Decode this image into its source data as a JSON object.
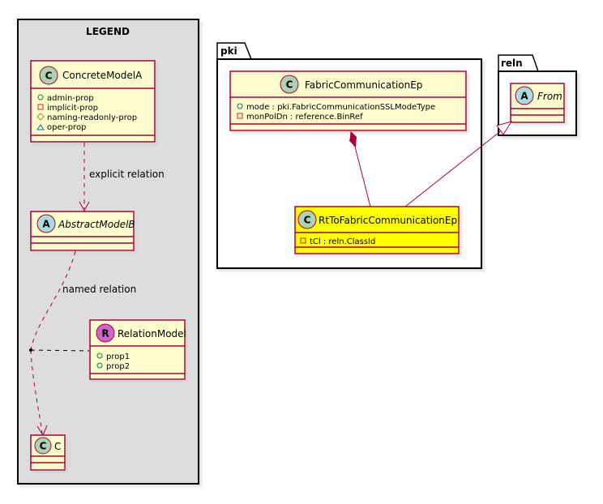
{
  "legend": {
    "title": "LEGEND",
    "concrete_model": {
      "stereotype": "C",
      "name": "ConcreteModelA",
      "attributes": [
        {
          "vis": "+",
          "text": "admin-prop"
        },
        {
          "vis": "-",
          "text": "implicit-prop"
        },
        {
          "vis": "#",
          "text": "naming-readonly-prop"
        },
        {
          "vis": "~",
          "text": "oper-prop"
        }
      ]
    },
    "explicit_relation_label": "explicit relation",
    "abstract_model": {
      "stereotype": "A",
      "name": "AbstractModelB"
    },
    "named_relation_label": "named relation",
    "relation_model": {
      "stereotype": "R",
      "name": "RelationModel",
      "attributes": [
        {
          "vis": "+",
          "text": "prop1"
        },
        {
          "vis": "+",
          "text": "prop2"
        }
      ]
    },
    "c_model": {
      "stereotype": "C",
      "name": "C"
    }
  },
  "pki": {
    "package_name": "pki",
    "fabric_ep": {
      "stereotype": "C",
      "name": "FabricCommunicationEp",
      "attributes": [
        {
          "vis": "+",
          "text": "mode : pki.FabricCommunicationSSLModeType"
        },
        {
          "vis": "-",
          "text": "monPolDn : reference.BinRef"
        }
      ]
    },
    "rt_ep": {
      "stereotype": "C",
      "name": "RtToFabricCommunicationEp",
      "attributes": [
        {
          "vis": "-",
          "text": "tCl : reln.ClassId"
        }
      ]
    }
  },
  "reln": {
    "package_name": "reln",
    "from": {
      "stereotype": "A",
      "name": "From"
    }
  },
  "colors": {
    "class_fill": "#FEFECE",
    "highlight_fill": "#FFFF00",
    "border": "#A80036",
    "legend_bg": "#DDDDDD",
    "stereo_c": "#ADD1B2",
    "stereo_a": "#A9DCDF",
    "stereo_r": "#CC66CC"
  },
  "icons": [
    "class-c-icon",
    "abstract-a-icon",
    "relation-r-icon",
    "composition-diamond-icon",
    "inheritance-arrow-icon",
    "dependency-arrow-icon"
  ]
}
